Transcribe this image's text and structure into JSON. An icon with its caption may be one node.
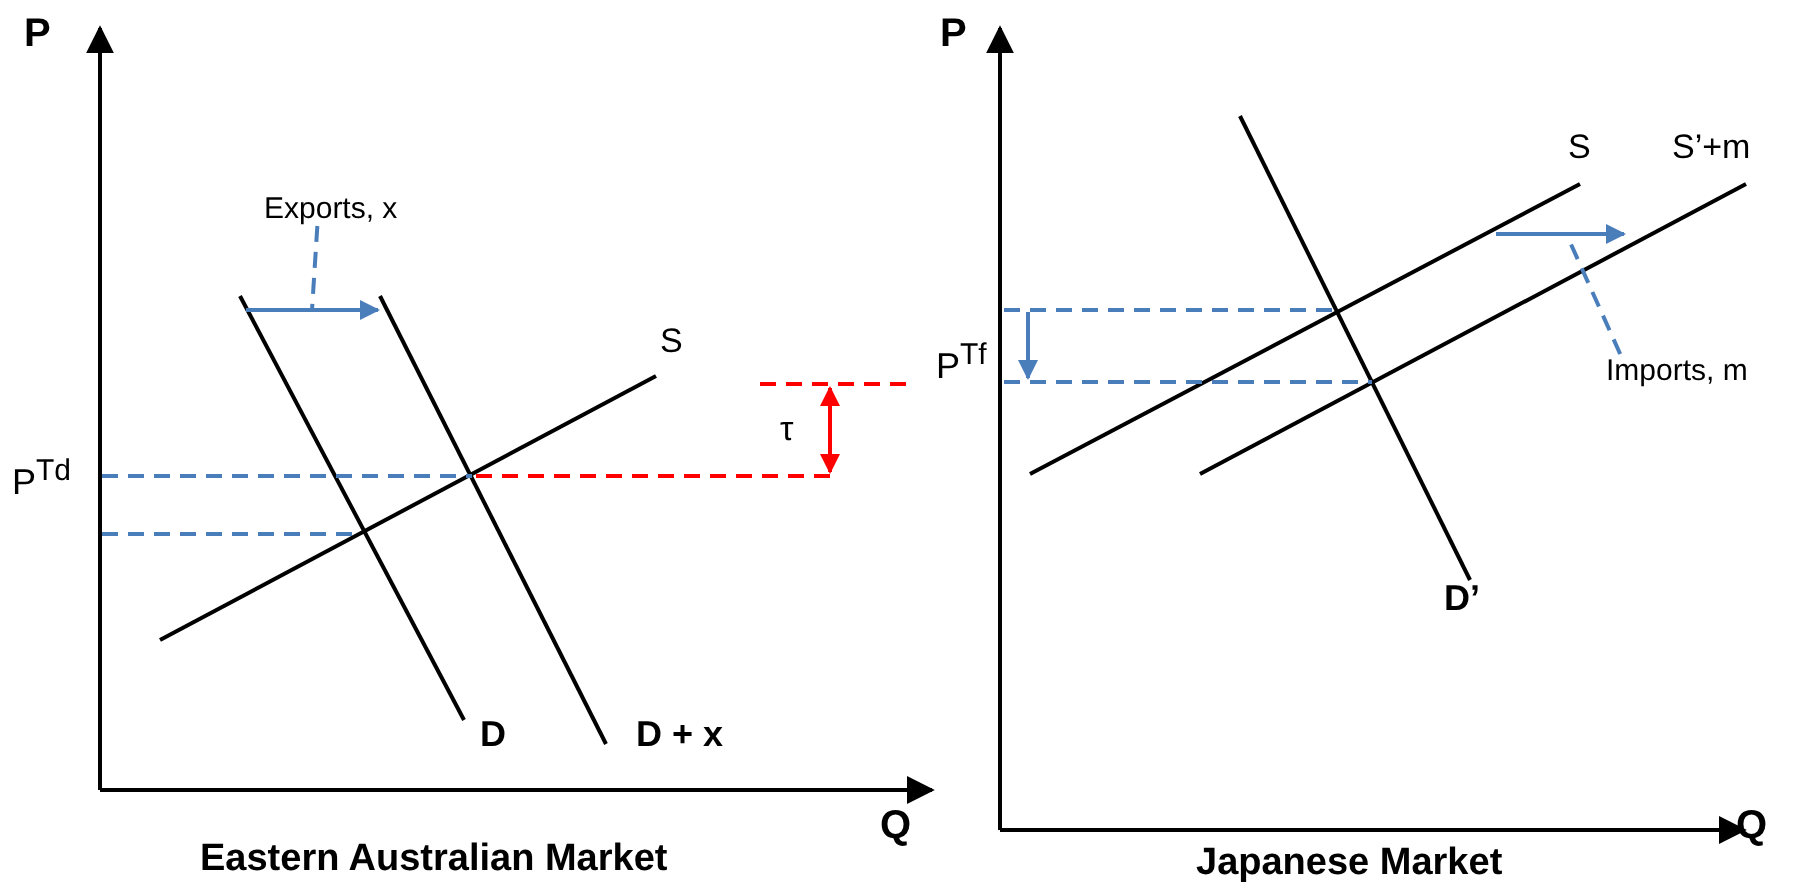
{
  "diagram": {
    "nodes": [
      {
        "text": [
          "Exports, x"
        ]
      },
      {
        "text": [
          "Imports, m"
        ]
      },
      {
        "text": [],
        "shape": "arrow"
      },
      {
        "text": [],
        "shape": "arrow"
      }
    ],
    "edges": [
      {
        "from": 0,
        "to": 2,
        "arrow": "none",
        "style": "dashed"
      },
      {
        "from": 1,
        "to": 3,
        "arrow": "none",
        "style": "dashed"
      }
    ],
    "labels": [
      "P",
      "P$^{Td}$",
      "S",
      "τ",
      "D",
      "D + x",
      "Q",
      "Eastern Australian Market",
      "P",
      "P$^{Tf}$",
      "S",
      "S’+m",
      "D’",
      "Q",
      "Japanese Market"
    ]
  }
}
